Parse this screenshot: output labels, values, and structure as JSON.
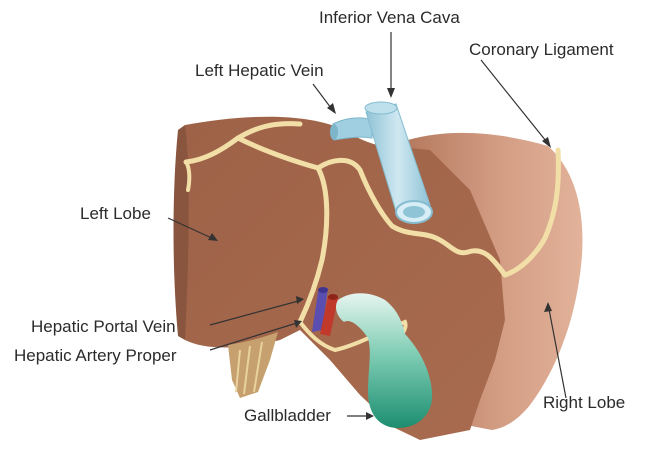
{
  "labels": {
    "inferior_vena_cava": "Inferior Vena Cava",
    "left_hepatic_vein": "Left Hepatic Vein",
    "coronary_ligament": "Coronary Ligament",
    "left_lobe": "Left Lobe",
    "hepatic_portal_vein": "Hepatic Portal Vein",
    "hepatic_artery_proper": "Hepatic Artery Proper",
    "gallbladder": "Gallbladder",
    "right_lobe": "Right Lobe"
  },
  "colors": {
    "liver_left": "#a4674c",
    "liver_right": "#c98f74",
    "liver_shadow": "#8a553f",
    "ligament": "#f2dfa8",
    "vena_cava": "#a9d4e3",
    "portal_vein": "#5a4fb0",
    "artery": "#c0392b",
    "gallbladder": "#2ea383",
    "leader_line": "#333333"
  }
}
